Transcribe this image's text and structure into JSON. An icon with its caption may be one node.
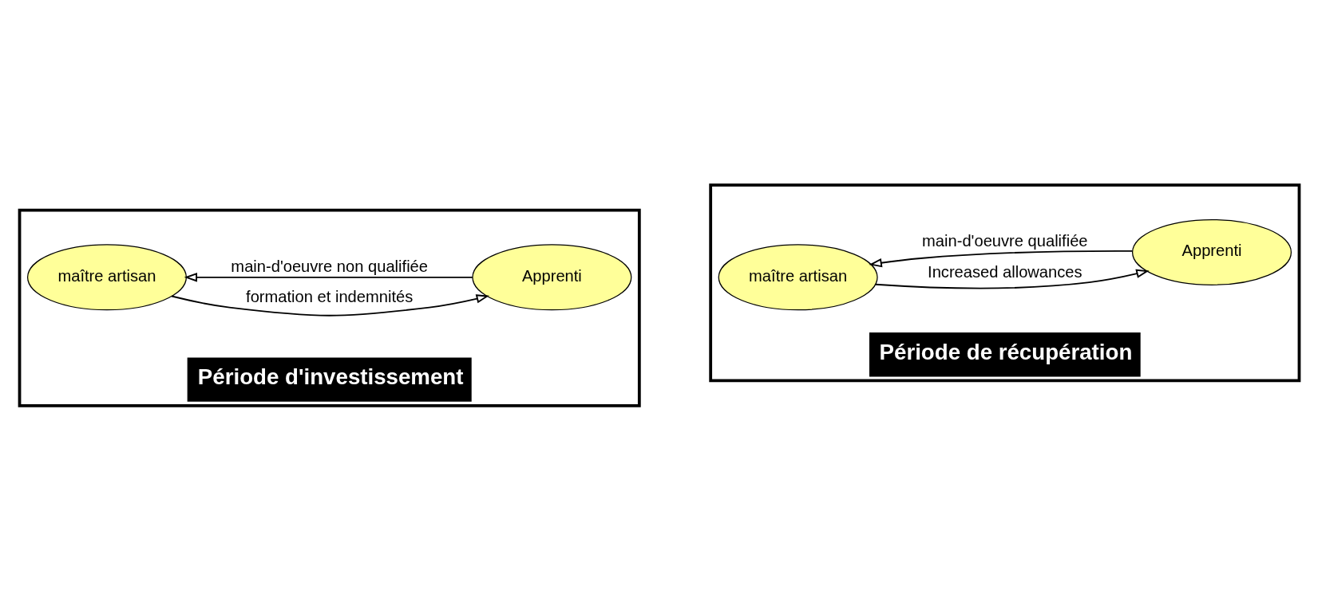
{
  "diagram": {
    "nodes": [
      {
        "text": [
          "Période d'investissement"
        ]
      },
      {
        "text": [
          "maître artisan"
        ],
        "in": 0
      },
      {
        "text": [
          "Apprenti"
        ],
        "in": 0
      },
      {
        "text": [
          "Période de récupération"
        ]
      },
      {
        "text": [
          "maître artisan"
        ],
        "in": 3
      },
      {
        "text": [
          "Apprenti"
        ],
        "in": 3
      }
    ],
    "edges": [
      {
        "from": 1,
        "to": 2,
        "arrow": "to",
        "label": "formation et indemnités"
      },
      {
        "from": 2,
        "to": 1,
        "arrow": "to",
        "label": "main-d'oeuvre non qualifiée"
      },
      {
        "from": 4,
        "to": 5,
        "arrow": "to",
        "label": "Increased allowances"
      },
      {
        "from": 5,
        "to": 4,
        "arrow": "to",
        "label": "main-d'oeuvre qualifiée"
      }
    ]
  }
}
